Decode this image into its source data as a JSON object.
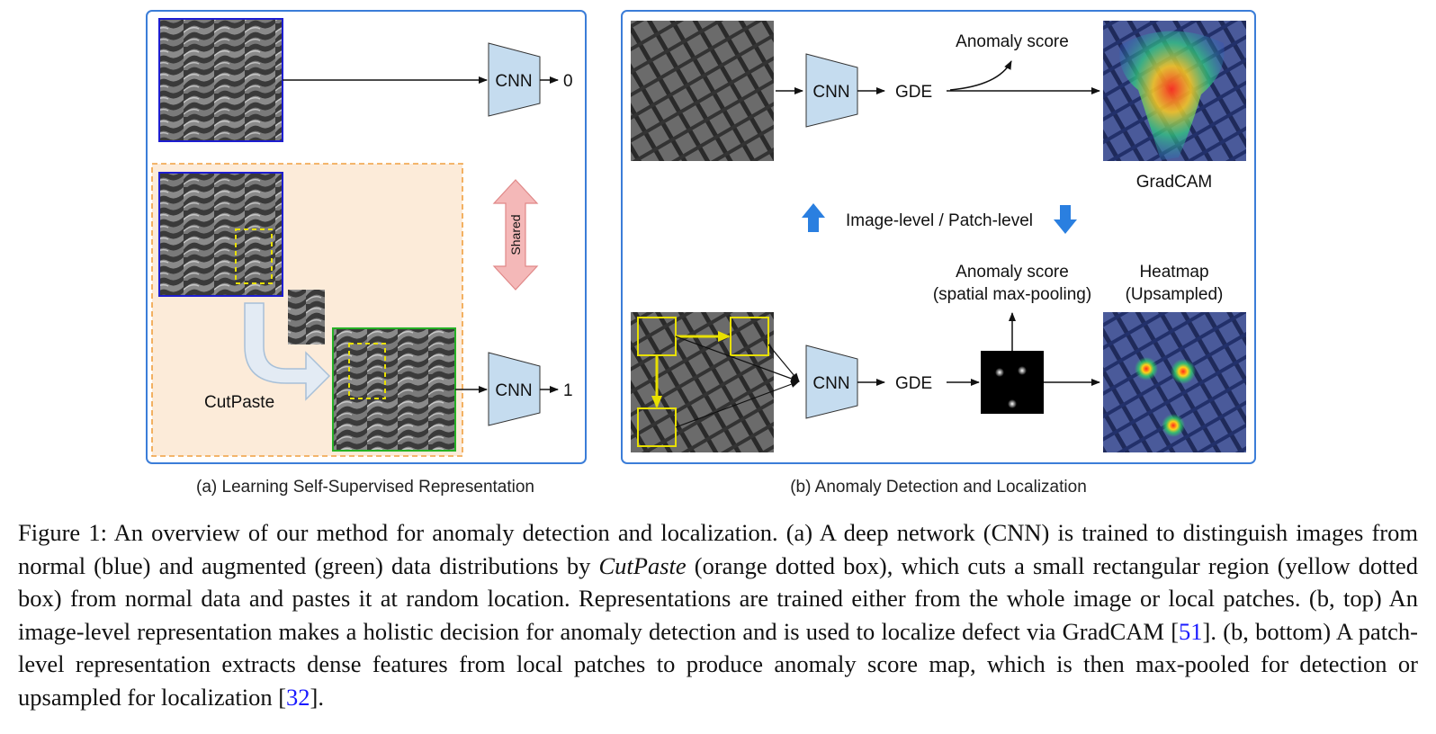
{
  "panel_a": {
    "caption": "(a) Learning Self-Supervised Representation",
    "cnn_top": "CNN",
    "out_top": "0",
    "cnn_bottom": "CNN",
    "out_bottom": "1",
    "cutpaste_label": "CutPaste",
    "shared_label": "Shared"
  },
  "panel_b": {
    "caption": "(b) Anomaly Detection and Localization",
    "top": {
      "cnn": "CNN",
      "gde": "GDE",
      "score_label": "Anomaly score",
      "gradcam_label": "GradCAM"
    },
    "level_label": "Image-level / Patch-level",
    "bottom": {
      "cnn": "CNN",
      "gde": "GDE",
      "score_label_line1": "Anomaly score",
      "score_label_line2": "(spatial max-pooling)",
      "heatmap_label_line1": "Heatmap",
      "heatmap_label_line2": "(Upsampled)"
    }
  },
  "caption": {
    "prefix": "Figure 1:  An overview of our method for anomaly detection and localization.  (a) A deep network (CNN) is trained to distinguish images from normal (blue) and augmented (green) data distributions by ",
    "emph": "CutPaste",
    "middle": " (orange dotted box), which cuts a small rectangular region (yellow dotted box) from normal data and pastes it at random location. Representations are trained either from the whole image or local patches.  (b, top) An image-level representation makes a holistic decision for anomaly detection and is used to localize defect via GradCAM [",
    "ref1": "51",
    "middle2": "].  (b, bottom) A patch-level representation extracts dense features from local patches to produce anomaly score map, which is then max-pooled for detection or upsampled for localization [",
    "ref2": "32",
    "suffix": "]."
  },
  "colors": {
    "panel_border": "#3b7dd8",
    "cnn_fill": "#c5dcef",
    "normal_border": "#1d1dd0",
    "augmented_border": "#25b025",
    "cutpaste_box": "#f0a040",
    "cutpaste_bg": "#fcebd9",
    "yellow": "#e8e000",
    "shared_arrow": "#f4b8b8",
    "blue_arrow": "#2a7fe0"
  }
}
